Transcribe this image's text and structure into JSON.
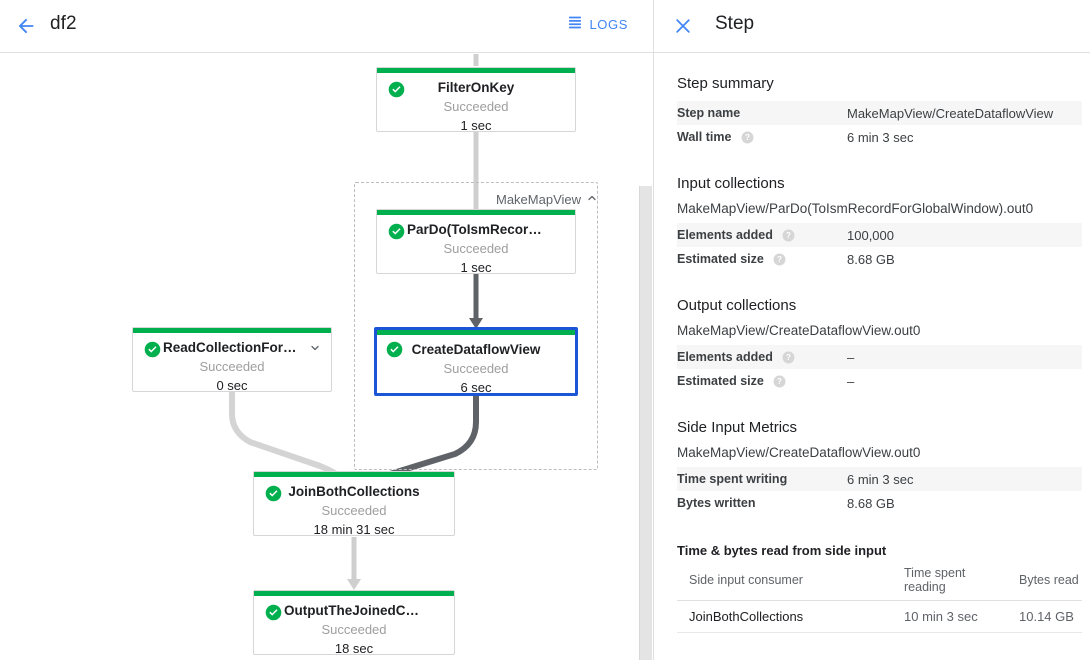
{
  "topbar": {
    "back_icon": "arrow-left-icon",
    "job_title": "df2",
    "logs_label": "LOGS",
    "logs_icon": "list-icon"
  },
  "graph": {
    "group": {
      "label": "MakeMapView",
      "chevron": "chevron-up-icon"
    },
    "nodes": [
      {
        "id": "filter-on-key",
        "title": "FilterOnKey",
        "status": "Succeeded",
        "time": "1 sec",
        "selected": false,
        "chevron": null
      },
      {
        "id": "pardo-toismrecordfor",
        "title": "ParDo(ToIsmRecordFor…",
        "status": "Succeeded",
        "time": "1 sec",
        "selected": false,
        "chevron": null
      },
      {
        "id": "create-dataflow-view",
        "title": "CreateDataflowView",
        "status": "Succeeded",
        "time": "6 sec",
        "selected": true,
        "chevron": null
      },
      {
        "id": "read-collection-for-join",
        "title": "ReadCollectionForJoin",
        "status": "Succeeded",
        "time": "0 sec",
        "selected": false,
        "chevron": "chevron-down-icon"
      },
      {
        "id": "join-both-collections",
        "title": "JoinBothCollections",
        "status": "Succeeded",
        "time": "18 min 31 sec",
        "selected": false,
        "chevron": null
      },
      {
        "id": "output-the-joined-collec",
        "title": "OutputTheJoinedCollec…",
        "status": "Succeeded",
        "time": "18 sec",
        "selected": false,
        "chevron": null
      }
    ],
    "status_color": "#00b04f",
    "selected_color": "#1a56d6"
  },
  "panel": {
    "close_icon": "close-icon",
    "title": "Step",
    "step_summary": {
      "heading": "Step summary",
      "rows": [
        {
          "key": "Step name",
          "value": "MakeMapView/CreateDataflowView",
          "help": false
        },
        {
          "key": "Wall time",
          "value": "6 min 3 sec",
          "help": true
        }
      ]
    },
    "input_collections": {
      "heading": "Input collections",
      "collection": "MakeMapView/ParDo(ToIsmRecordForGlobalWindow).out0",
      "rows": [
        {
          "key": "Elements added",
          "value": "100,000",
          "help": true
        },
        {
          "key": "Estimated size",
          "value": "8.68 GB",
          "help": true
        }
      ]
    },
    "output_collections": {
      "heading": "Output collections",
      "collection": "MakeMapView/CreateDataflowView.out0",
      "rows": [
        {
          "key": "Elements added",
          "value": "–",
          "help": true
        },
        {
          "key": "Estimated size",
          "value": "–",
          "help": true
        }
      ]
    },
    "side_input_metrics": {
      "heading": "Side Input Metrics",
      "collection": "MakeMapView/CreateDataflowView.out0",
      "rows": [
        {
          "key": "Time spent writing",
          "value": "6 min 3 sec",
          "help": false
        },
        {
          "key": "Bytes written",
          "value": "8.68 GB",
          "help": false
        }
      ],
      "table_heading": "Time & bytes read from side input",
      "columns": [
        "Side input consumer",
        "Time spent reading",
        "Bytes read"
      ],
      "rows_data": [
        [
          "JoinBothCollections",
          "10 min 3 sec",
          "10.14 GB"
        ]
      ]
    }
  }
}
